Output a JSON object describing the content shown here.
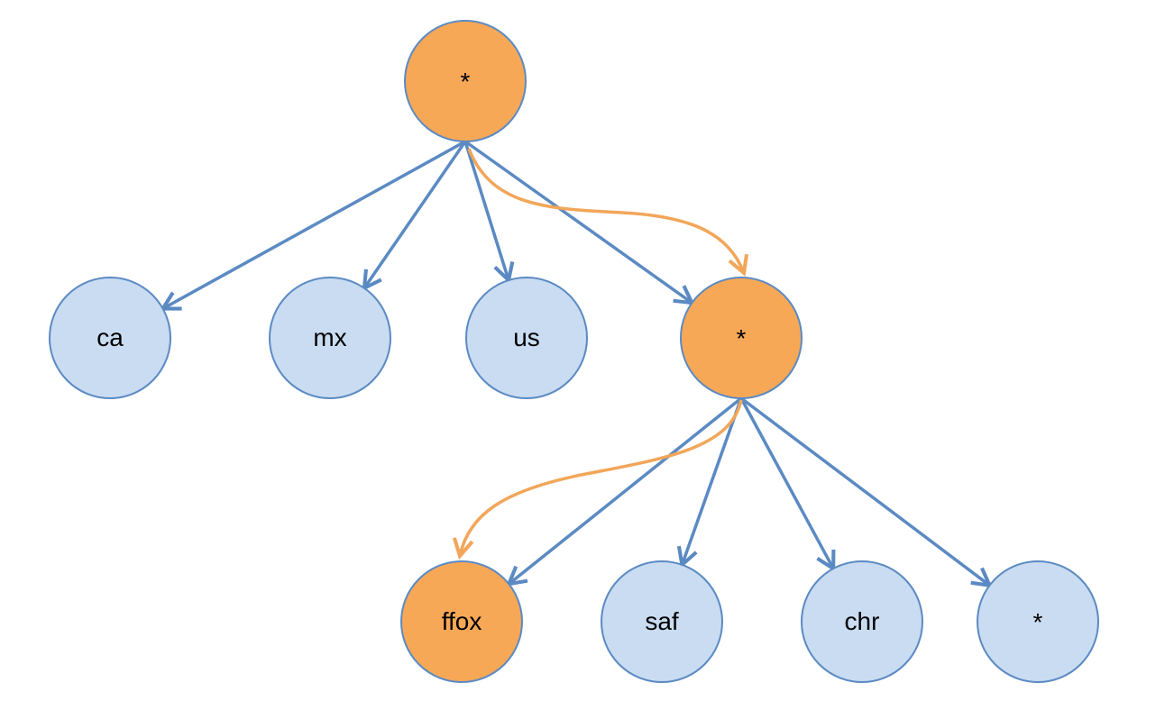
{
  "colors": {
    "highlight_fill": "#F7A857",
    "normal_fill": "#C9DCF1",
    "node_stroke": "#5B8AC3",
    "edge": "#5B8AC3",
    "path_arrow": "#F2A65A"
  },
  "nodes": {
    "root": {
      "label": "*",
      "highlighted": true
    },
    "ca": {
      "label": "ca",
      "highlighted": false
    },
    "mx": {
      "label": "mx",
      "highlighted": false
    },
    "us": {
      "label": "us",
      "highlighted": false
    },
    "star2": {
      "label": "*",
      "highlighted": true
    },
    "ffox": {
      "label": "ffox",
      "highlighted": true
    },
    "saf": {
      "label": "saf",
      "highlighted": false
    },
    "chr": {
      "label": "chr",
      "highlighted": false
    },
    "star3": {
      "label": "*",
      "highlighted": false
    }
  },
  "edges": [
    {
      "from": "root",
      "to": "ca"
    },
    {
      "from": "root",
      "to": "mx"
    },
    {
      "from": "root",
      "to": "us"
    },
    {
      "from": "root",
      "to": "star2"
    },
    {
      "from": "star2",
      "to": "ffox"
    },
    {
      "from": "star2",
      "to": "saf"
    },
    {
      "from": "star2",
      "to": "chr"
    },
    {
      "from": "star2",
      "to": "star3"
    }
  ],
  "highlight_path": [
    {
      "from": "root",
      "to": "star2"
    },
    {
      "from": "star2",
      "to": "ffox"
    }
  ]
}
